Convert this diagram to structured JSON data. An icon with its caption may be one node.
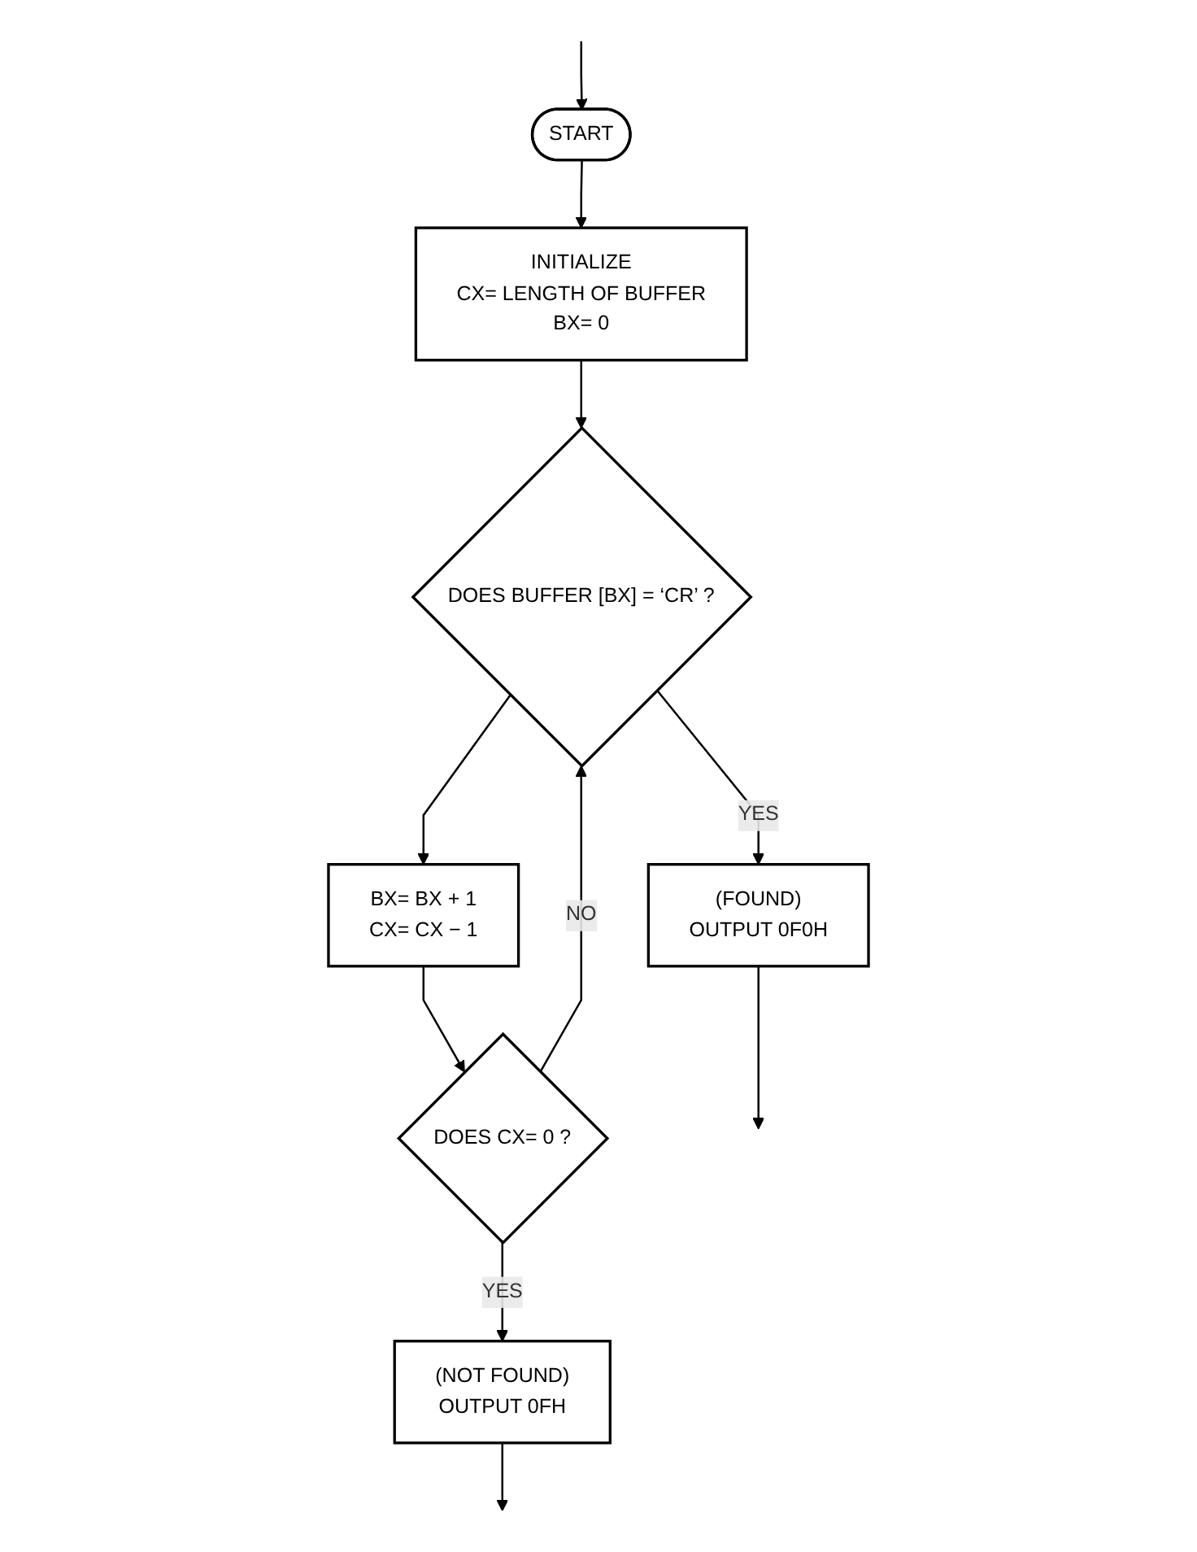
{
  "diagram": {
    "nodes": [
      {
        "text": [
          "START"
        ]
      },
      {
        "text": [
          "INITIALIZE",
          "CX= LENGTH OF BUFFER",
          "BX= 0"
        ]
      },
      {
        "text": [
          "DOES BUFFER [BX] = ‘CR’ ?"
        ]
      },
      {
        "text": [
          "(FOUND)",
          "OUTPUT 0F0H"
        ]
      },
      {
        "text": [
          "BX= BX + 1",
          "CX= CX − 1"
        ]
      },
      {
        "text": [
          "DOES CX= 0 ?"
        ]
      },
      {
        "text": [
          "(NOT FOUND)",
          "OUTPUT 0FH"
        ]
      }
    ],
    "edges": [
      {
        "from": null,
        "to": 0,
        "arrow": "to"
      },
      {
        "from": 0,
        "to": 1,
        "arrow": "to"
      },
      {
        "from": 1,
        "to": 2,
        "arrow": "to"
      },
      {
        "from": 2,
        "to": 3,
        "arrow": "to",
        "label": "YES"
      },
      {
        "from": 3,
        "to": null,
        "arrow": "to"
      },
      {
        "from": 2,
        "to": 4,
        "arrow": "to"
      },
      {
        "from": 4,
        "to": 5,
        "arrow": "to"
      },
      {
        "from": 5,
        "to": 6,
        "arrow": "to",
        "label": "YES"
      },
      {
        "from": 6,
        "to": null,
        "arrow": "to"
      },
      {
        "from": 5,
        "to": 2,
        "arrow": "to",
        "label": "NO"
      }
    ]
  }
}
